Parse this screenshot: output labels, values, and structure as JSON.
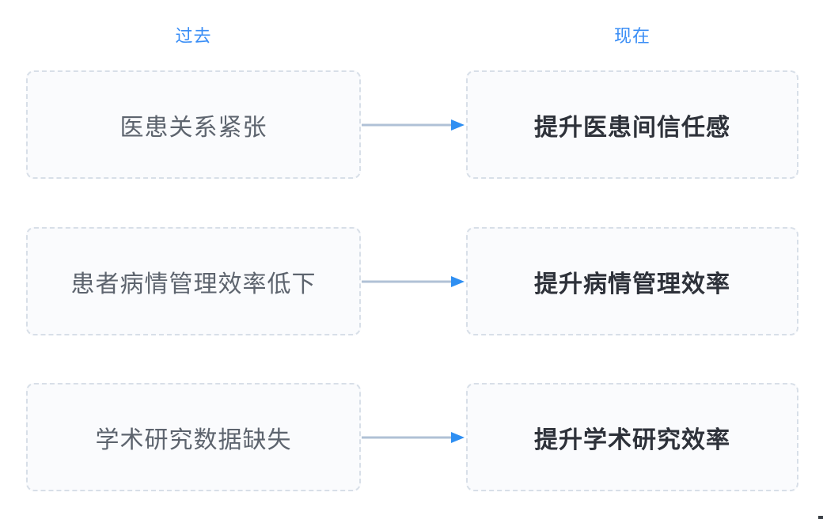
{
  "diagram": {
    "col_headers": {
      "past": "过去",
      "present": "现在"
    },
    "rows": [
      {
        "past": "医患关系紧张",
        "present": "提升医患间信任感"
      },
      {
        "past": "患者病情管理效率低下",
        "present": "提升病情管理效率"
      },
      {
        "past": "学术研究数据缺失",
        "present": "提升学术研究效率"
      }
    ],
    "colors": {
      "header_blue": "#3a8ef6",
      "arrow_line": "#b0c1d6",
      "arrow_head": "#2f8ff2",
      "box_border": "#d8dfe8",
      "box_background": "#fafbfd",
      "past_text": "#5d646e",
      "present_text": "#2e323a"
    }
  }
}
